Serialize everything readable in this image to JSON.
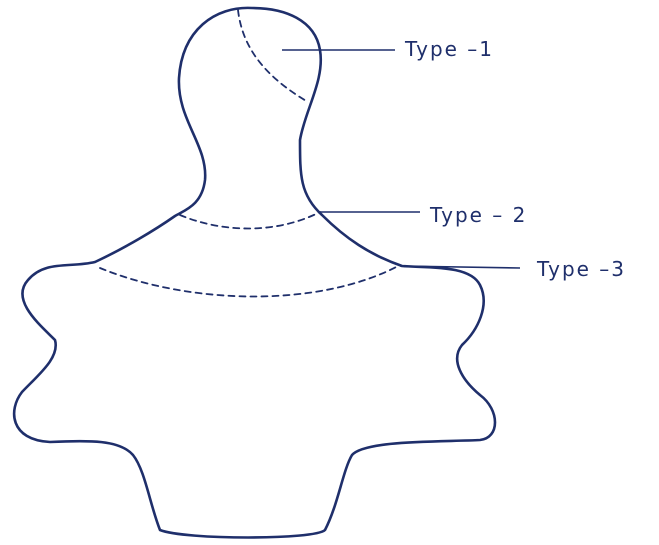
{
  "colors": {
    "ink": "#1f2f6b",
    "background": "#ffffff"
  },
  "labels": {
    "type1": "Type –1",
    "type2": "Type – 2",
    "type3": "Type –3"
  }
}
